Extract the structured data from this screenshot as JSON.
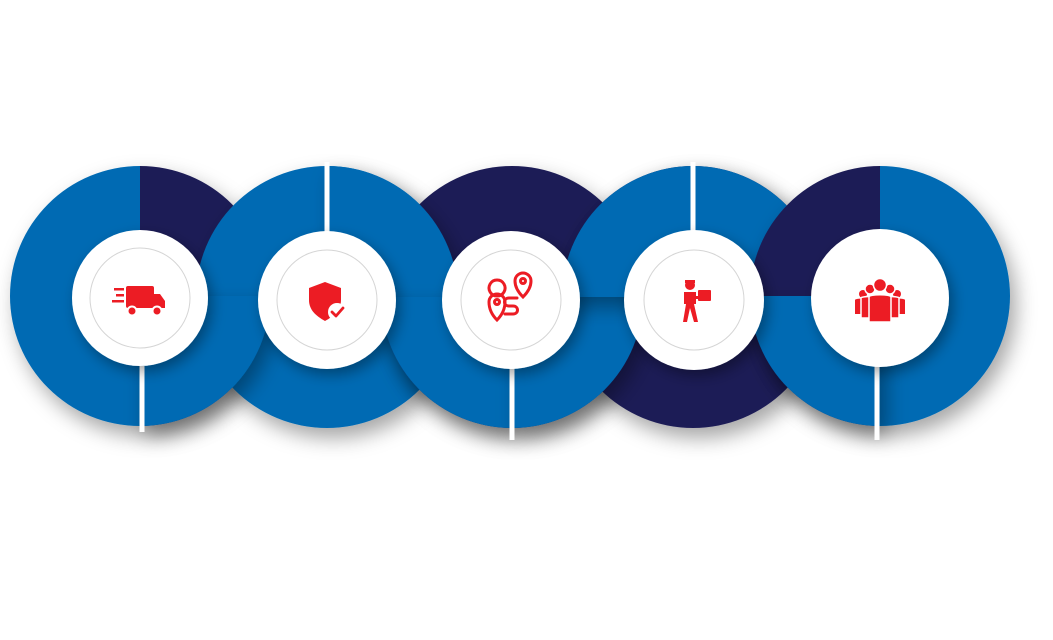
{
  "colors": {
    "light_blue": "#066bb3",
    "dark_navy": "#1f1d56",
    "icon_red": "#ec1c24",
    "center_fill": "#ffffff",
    "center_ring": "#d5d5d5"
  },
  "steps": [
    {
      "icon": "delivery-truck-icon",
      "left_half": "light_blue",
      "right_half": "dark_navy"
    },
    {
      "icon": "shield-check-icon",
      "left_half": "light_blue",
      "right_half": "light_blue"
    },
    {
      "icon": "route-pins-icon",
      "left_half": "dark_navy",
      "right_half": "dark_navy"
    },
    {
      "icon": "delivery-person-icon",
      "left_half": "light_blue",
      "right_half": "light_blue"
    },
    {
      "icon": "customer-group-icon",
      "left_half": "dark_navy",
      "right_half": "light_blue"
    }
  ]
}
